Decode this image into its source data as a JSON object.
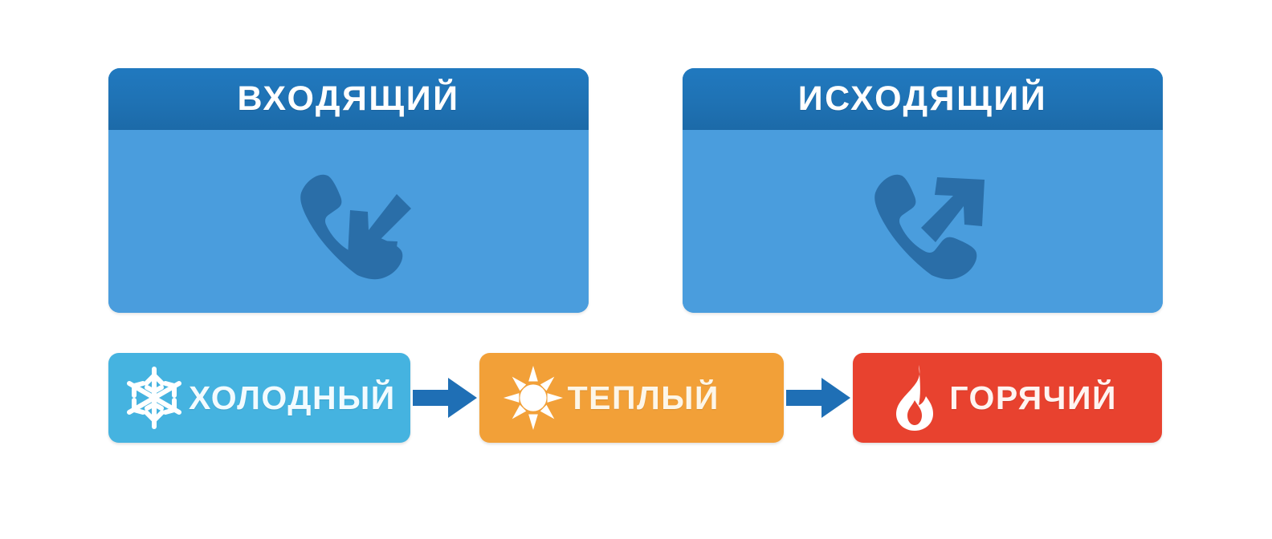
{
  "background_color": "#ffffff",
  "call_cards": [
    {
      "key": "incoming",
      "title": "ВХОДЯЩИЙ",
      "icon": "phone-incoming-icon",
      "header_color": "#1f72b4",
      "body_color": "#4a9ddd",
      "icon_color": "#2a6ea8"
    },
    {
      "key": "outgoing",
      "title": "ИСХОДЯЩИЙ",
      "icon": "phone-outgoing-icon",
      "header_color": "#1f72b4",
      "body_color": "#4a9ddd",
      "icon_color": "#2a6ea8"
    }
  ],
  "temperature_chain": {
    "steps": [
      {
        "key": "cold",
        "label": "ХОЛОДНЫЙ",
        "icon": "snowflake-icon",
        "color": "#45b3e0",
        "label_color": "#f2fbff"
      },
      {
        "key": "warm",
        "label": "ТЕПЛЫЙ",
        "icon": "sun-icon",
        "color": "#f2a038",
        "label_color": "#fdf6e8"
      },
      {
        "key": "hot",
        "label": "ГОРЯЧИЙ",
        "icon": "flame-icon",
        "color": "#e8422f",
        "label_color": "#fff4f1"
      }
    ],
    "arrows": [
      {
        "key": "cold-to-warm",
        "icon": "arrow-right-icon",
        "color": "#1f6fb5"
      },
      {
        "key": "warm-to-hot",
        "icon": "arrow-right-icon",
        "color": "#1f6fb5"
      }
    ]
  }
}
